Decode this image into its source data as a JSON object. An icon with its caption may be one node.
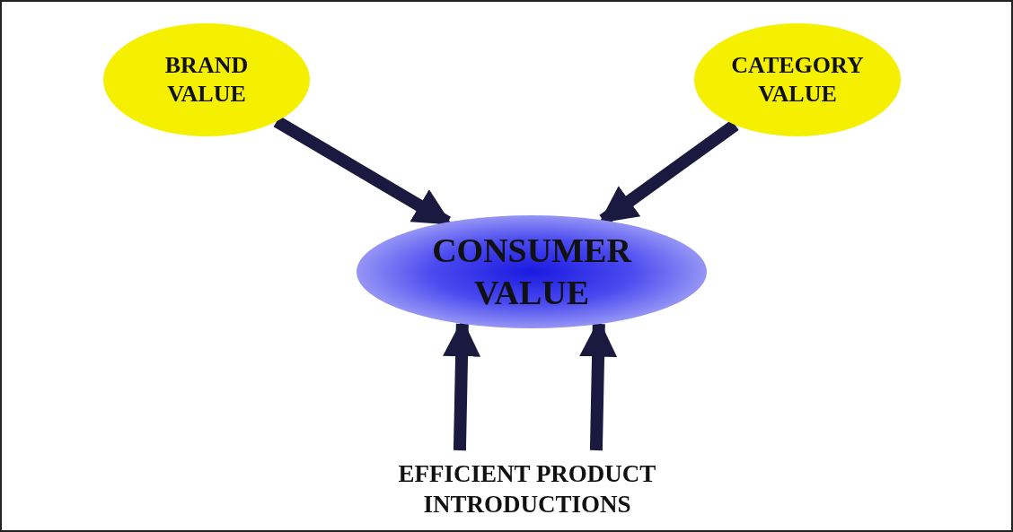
{
  "diagram": {
    "nodes": [
      {
        "text": [
          "BRAND VALUE"
        ]
      },
      {
        "text": [
          "CATEGORY VALUE"
        ]
      },
      {
        "text": [
          "CONSUMER VALUE"
        ]
      },
      {
        "text": [
          "EFFICIENT PRODUCT INTRODUCTIONS"
        ]
      }
    ],
    "edges": [
      {
        "from": 0,
        "to": 2,
        "arrow": "to"
      },
      {
        "from": 1,
        "to": 2,
        "arrow": "to"
      },
      {
        "from": 3,
        "to": 2,
        "arrow": "to"
      },
      {
        "from": 3,
        "to": 2,
        "arrow": "to"
      }
    ]
  }
}
